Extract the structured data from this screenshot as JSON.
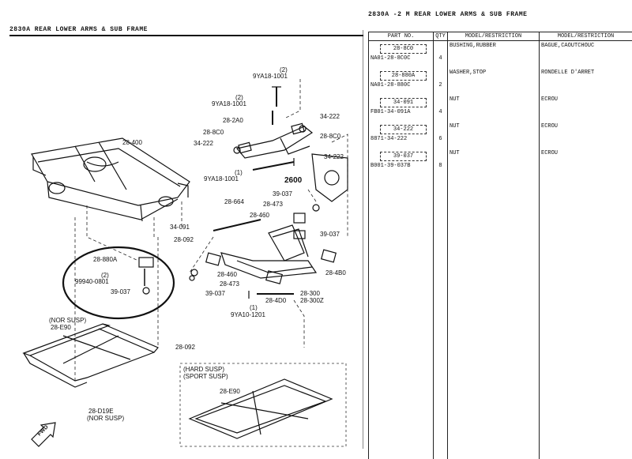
{
  "headers": {
    "left": "2830A   REAR LOWER ARMS & SUB FRAME",
    "right": "2830A -2 M   REAR LOWER ARMS & SUB FRAME"
  },
  "table": {
    "columns": [
      "PART NO.",
      "QTY",
      "MODEL/RESTRICTION",
      "MODEL/RESTRICTION"
    ],
    "rows": [
      {
        "part_box": "28-8C0",
        "part_code": "NA01-28-8C0C",
        "qty": "4",
        "desc_en": "BUSHING,RUBBER",
        "desc_fr": "BAGUE,CAOUTCHOUC"
      },
      {
        "part_box": "28-880A",
        "part_code": "NA01-28-880C",
        "qty": "2",
        "desc_en": "WASHER,STOP",
        "desc_fr": "RONDELLE D'ARRET"
      },
      {
        "part_box": "34-091",
        "part_code": "FB01-34-091A",
        "qty": "4",
        "desc_en": "NUT",
        "desc_fr": "ECROU"
      },
      {
        "part_box": "34-222",
        "part_code": "8871-34-222",
        "qty": "6",
        "desc_en": "NUT",
        "desc_fr": "ECROU"
      },
      {
        "part_box": "39-037",
        "part_code": "B001-39-037B",
        "qty": "8",
        "desc_en": "NUT",
        "desc_fr": "ECROU"
      }
    ]
  },
  "callouts": {
    "c01": "9YA18-1001",
    "c02": "(2)",
    "c03": "9YA18-1001",
    "c04": "(2)",
    "c05": "28-2A0",
    "c06": "28-8C0",
    "c07": "34-222",
    "c08": "34-222",
    "c09": "28-8C0",
    "c10": "34-222",
    "c11": "28-400",
    "c12": "9YA18-1001",
    "c13": "(1)",
    "c14": "2600",
    "c15": "39-037",
    "c16": "28-473",
    "c17": "28-460",
    "c18": "28-664",
    "c19": "34-091",
    "c20": "28-092",
    "c21": "28-880A",
    "c22": "(2)",
    "c23": "99940-0801",
    "c24": "39-037",
    "c25": "28-460",
    "c26": "28-473",
    "c27": "39-037",
    "c28": "39-037",
    "c29": "28-4B0",
    "c30": "28-300",
    "c31": "28-300Z",
    "c32": "28-4D0",
    "c33": "(1)",
    "c34": "9YA10-1201",
    "c35": "(NOR SUSP)",
    "c36": "28-E90",
    "c37": "28-092",
    "c38": "(HARD SUSP)",
    "c39": "(SPORT SUSP)",
    "c40": "28-E90",
    "c41": "28-D19E",
    "c42": "(NOR SUSP)",
    "c43": "FWD"
  }
}
